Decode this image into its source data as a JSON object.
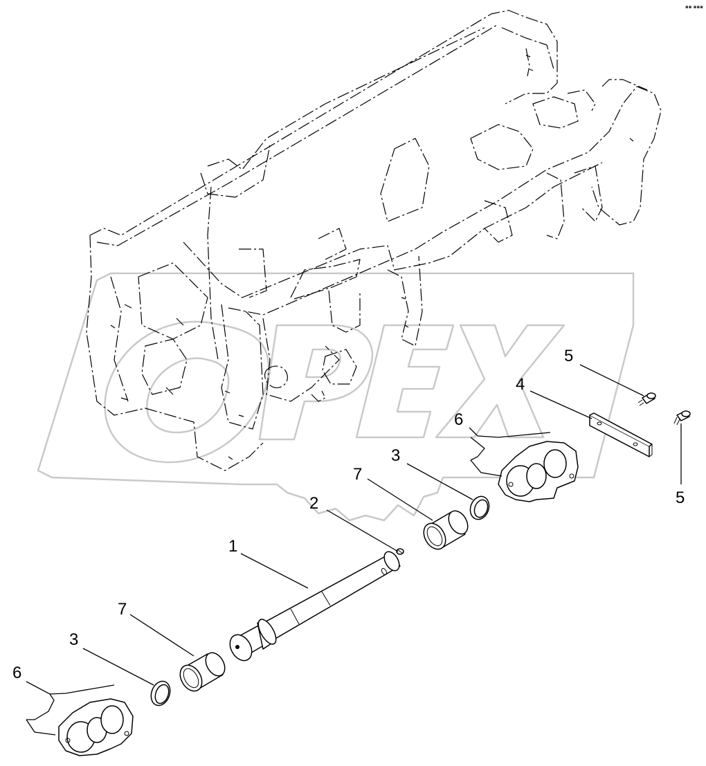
{
  "corner_mark": "▪▪ ▪▪▪",
  "watermark": {
    "text": "OPEX",
    "color": "#c9c9c9"
  },
  "callouts": [
    {
      "id": "c1",
      "label": "1"
    },
    {
      "id": "c2",
      "label": "2"
    },
    {
      "id": "c3a",
      "label": "3"
    },
    {
      "id": "c3b",
      "label": "3"
    },
    {
      "id": "c4",
      "label": "4"
    },
    {
      "id": "c5a",
      "label": "5"
    },
    {
      "id": "c5b",
      "label": "5"
    },
    {
      "id": "c6a",
      "label": "6"
    },
    {
      "id": "c6b",
      "label": "6"
    },
    {
      "id": "c7a",
      "label": "7"
    },
    {
      "id": "c7b",
      "label": "7"
    }
  ],
  "parts": [
    {
      "label": "1",
      "name": "pivot-pin"
    },
    {
      "label": "2",
      "name": "grease-fitting"
    },
    {
      "label": "3",
      "name": "snap-ring"
    },
    {
      "label": "4",
      "name": "retainer-plate"
    },
    {
      "label": "5",
      "name": "bolt"
    },
    {
      "label": "6",
      "name": "shim"
    },
    {
      "label": "7",
      "name": "bushing"
    }
  ]
}
